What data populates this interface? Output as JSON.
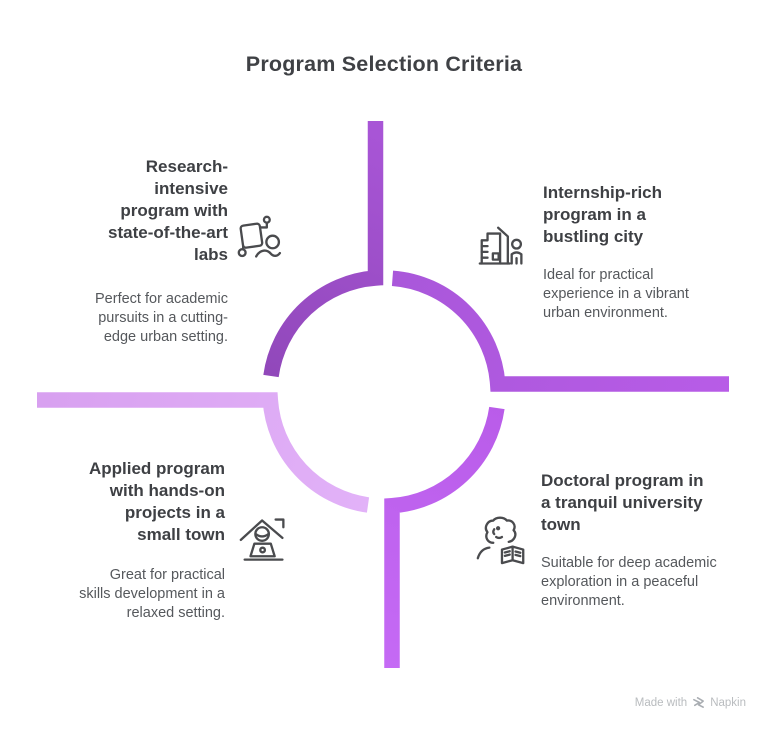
{
  "title": "Program Selection Criteria",
  "quadrants": {
    "top_left": {
      "heading": "Research-\nintensive\nprogram with\nstate-of-the-art\nlabs",
      "body": "Perfect for academic\npursuits in a cutting-\nedge urban setting.",
      "icon": "researcher-lab-icon"
    },
    "top_right": {
      "heading": "Internship-rich\nprogram in a\nbustling city",
      "body": "Ideal for practical\nexperience in a vibrant\nurban environment.",
      "icon": "city-building-person-icon"
    },
    "bottom_left": {
      "heading": "Applied program\nwith hands-on\nprojects in a\nsmall town",
      "body": "Great for practical\nskills development in a\nrelaxed setting.",
      "icon": "home-laptop-icon"
    },
    "bottom_right": {
      "heading": "Doctoral program in\na tranquil university\ntown",
      "body": "Suitable for deep academic\nexploration in a peaceful\nenvironment.",
      "icon": "person-reading-book-icon"
    }
  },
  "watermark": {
    "prefix": "Made with",
    "brand": "Napkin"
  },
  "colors": {
    "heading_text": "#3e4044",
    "body_text": "#55585c",
    "icon_stroke": "#4a4b4e",
    "watermark_text": "#b9bcbf",
    "watermark_logo": "#a9adb2",
    "grad_tl_start": "#8f47b8",
    "grad_tl_end": "#a855d6",
    "grad_tr_start": "#a957da",
    "grad_tr_end": "#b85ce7",
    "grad_br_start": "#b95ce9",
    "grad_br_end": "#c56af5",
    "grad_bl_start": "#e2b2f8",
    "grad_bl_end": "#d8a0f0"
  }
}
